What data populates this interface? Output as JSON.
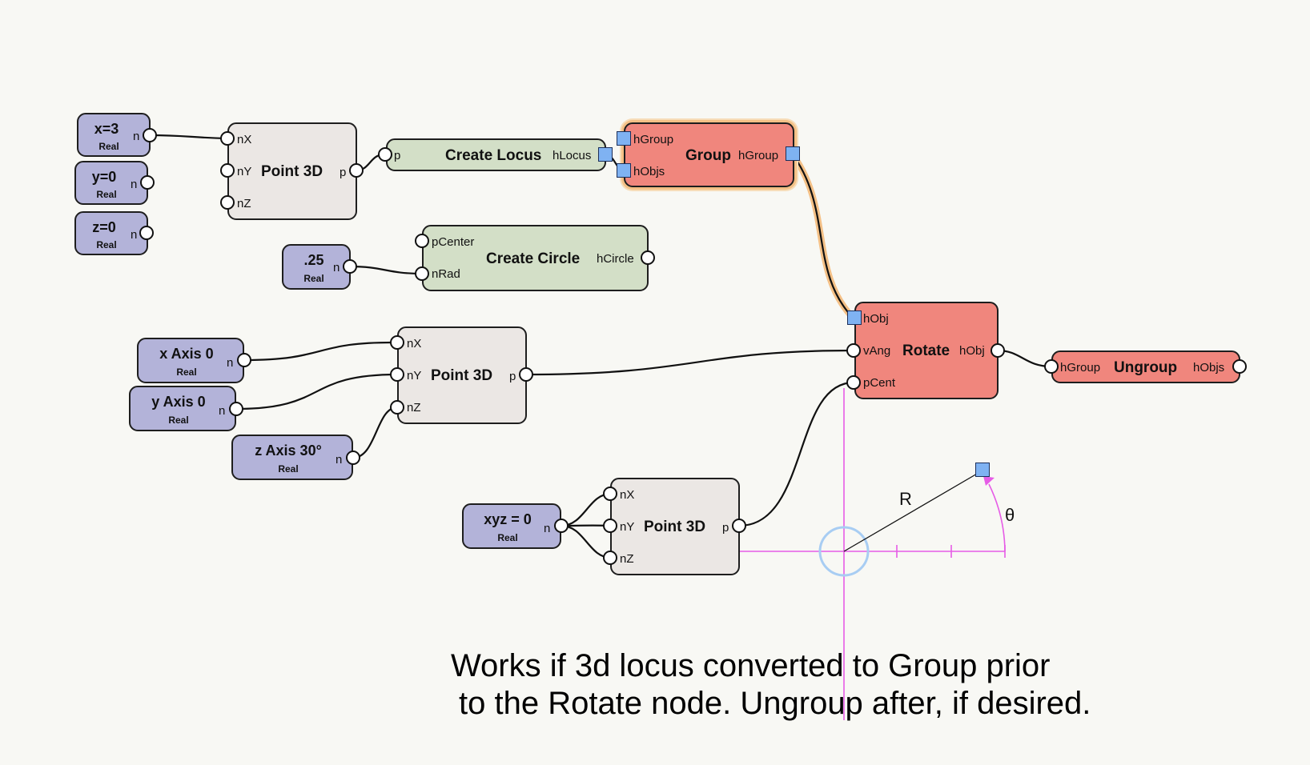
{
  "nodes": {
    "x_value": {
      "title": "x=3",
      "type": "Real",
      "out": "n"
    },
    "y_value": {
      "title": "y=0",
      "type": "Real",
      "out": "n"
    },
    "z_value": {
      "title": "z=0",
      "type": "Real",
      "out": "n"
    },
    "point_top": {
      "title": "Point 3D",
      "in": [
        "nX",
        "nY",
        "nZ"
      ],
      "out": "p"
    },
    "create_locus": {
      "title": "Create Locus",
      "in": "p",
      "out": "hLocus"
    },
    "group": {
      "title": "Group",
      "in": [
        "hGroup",
        "hObjs"
      ],
      "out": "hGroup"
    },
    "radius_value": {
      "title": ".25",
      "type": "Real",
      "out": "n"
    },
    "create_circle": {
      "title": "Create Circle",
      "in": [
        "pCenter",
        "nRad"
      ],
      "out": "hCircle"
    },
    "x_axis": {
      "title": "x Axis 0",
      "type": "Real",
      "out": "n"
    },
    "y_axis": {
      "title": "y Axis 0",
      "type": "Real",
      "out": "n"
    },
    "z_axis": {
      "title": "z Axis 30°",
      "type": "Real",
      "out": "n"
    },
    "point_mid": {
      "title": "Point 3D",
      "in": [
        "nX",
        "nY",
        "nZ"
      ],
      "out": "p"
    },
    "rotate": {
      "title": "Rotate",
      "in": [
        "hObj",
        "vAng",
        "pCent"
      ],
      "out": "hObj"
    },
    "ungroup": {
      "title": "Ungroup",
      "in": "hGroup",
      "out": "hObjs"
    },
    "xyz_value": {
      "title": "xyz = 0",
      "type": "Real",
      "out": "n"
    },
    "point_bottom": {
      "title": "Point 3D",
      "in": [
        "nX",
        "nY",
        "nZ"
      ],
      "out": "p"
    }
  },
  "graphic": {
    "radius_label": "R",
    "angle_label": "θ"
  },
  "annotation": {
    "line1": "Works if 3d locus converted to Group prior",
    "line2": "to the Rotate node. Ungroup after, if desired."
  },
  "colors": {
    "real_node": "#b3b3d9",
    "point_node": "#ebe7e4",
    "create_node": "#d3dfc7",
    "group_node": "#f0867d",
    "handle_port": "#7fb2f2",
    "selection_glow": "#f4c086",
    "guide_magenta": "#e65ce6",
    "center_circle": "#a8cdf3"
  },
  "icons": {
    "port": "circle-port-icon",
    "handle": "square-port-icon"
  }
}
